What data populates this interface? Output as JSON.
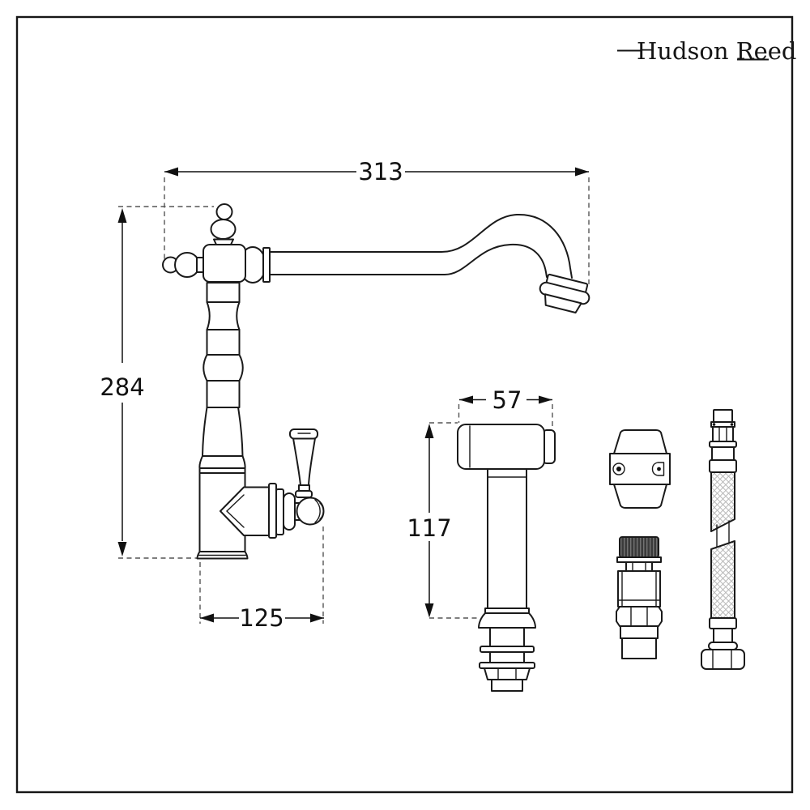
{
  "brand": {
    "name": "Hudson Reed"
  },
  "dimensions": {
    "spout_reach": "313",
    "spout_height": "284",
    "base_projection": "125",
    "sprayer_head_width": "57",
    "sprayer_height": "117"
  },
  "colors": {
    "line": "#1a1a1a",
    "dashed_line": "#555555",
    "background": "#ffffff",
    "braid": "#b5b5b5"
  }
}
